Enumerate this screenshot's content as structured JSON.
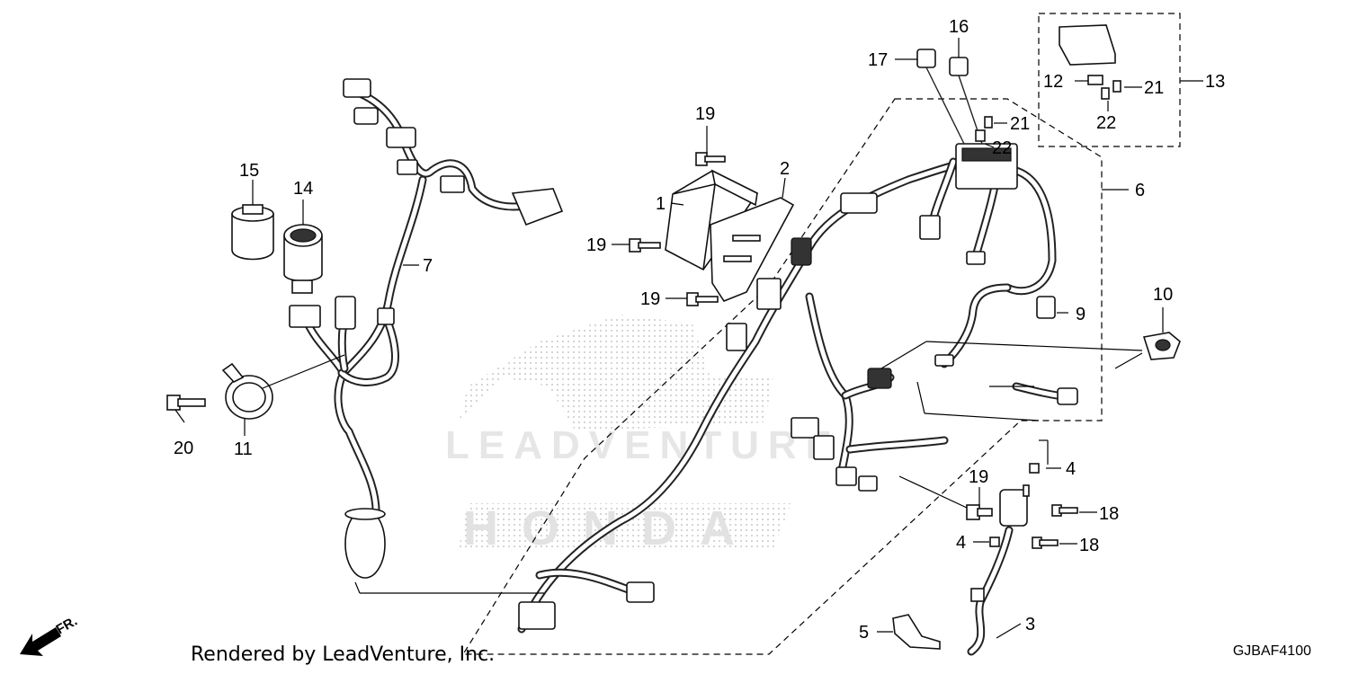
{
  "callouts": {
    "c1": "1",
    "c2": "2",
    "c3": "3",
    "c4a": "4",
    "c4b": "4",
    "c5": "5",
    "c6": "6",
    "c7": "7",
    "c9": "9",
    "c10": "10",
    "c11": "11",
    "c12": "12",
    "c13": "13",
    "c14": "14",
    "c15": "15",
    "c16": "16",
    "c17": "17",
    "c18a": "18",
    "c18b": "18",
    "c19a": "19",
    "c19b": "19",
    "c19c": "19",
    "c19d": "19",
    "c20": "20",
    "c21a": "21",
    "c21b": "21",
    "c22a": "22",
    "c22b": "22"
  },
  "watermark": "LEADVENTURE",
  "brand_watermark": "HONDA",
  "front_label": "FR.",
  "footer": "Rendered by LeadVenture, Inc.",
  "diagram_code": "GJBAF4100"
}
